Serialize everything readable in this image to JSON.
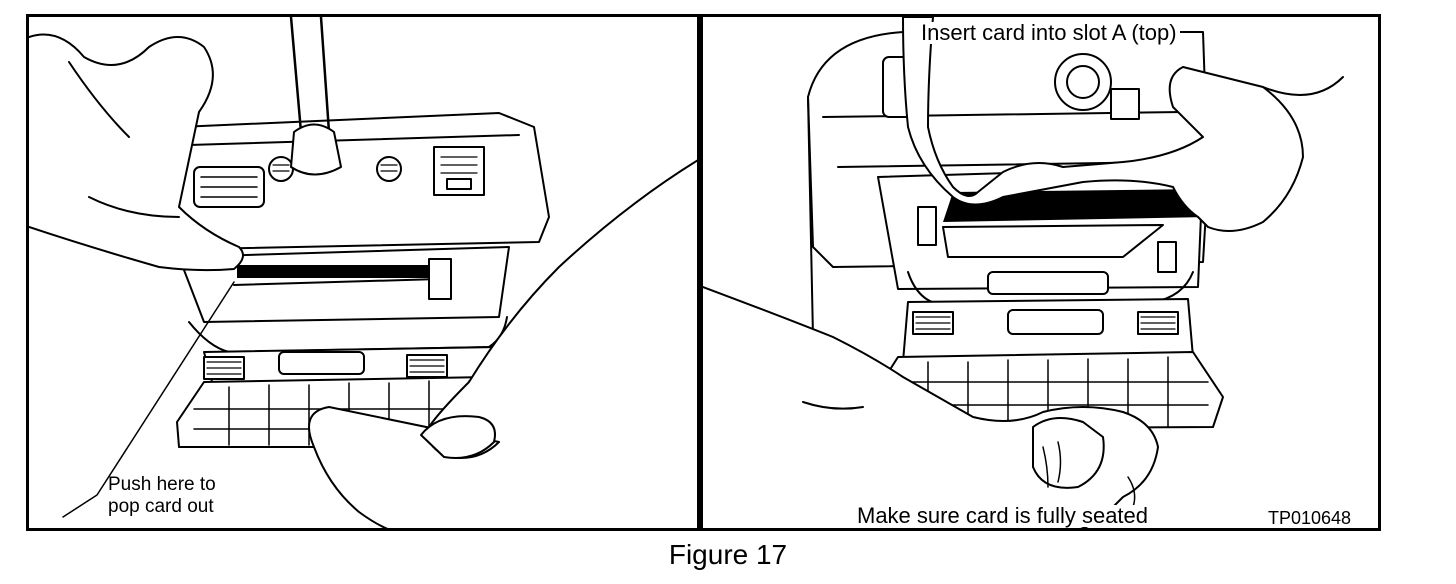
{
  "left_panel": {
    "callout": "Push here to\npop card out"
  },
  "right_panel": {
    "callout_top": "Insert card into slot A (top)",
    "callout_bottom": "Make sure card is fully seated",
    "drawing_code": "TP010648"
  },
  "caption": "Figure 17"
}
